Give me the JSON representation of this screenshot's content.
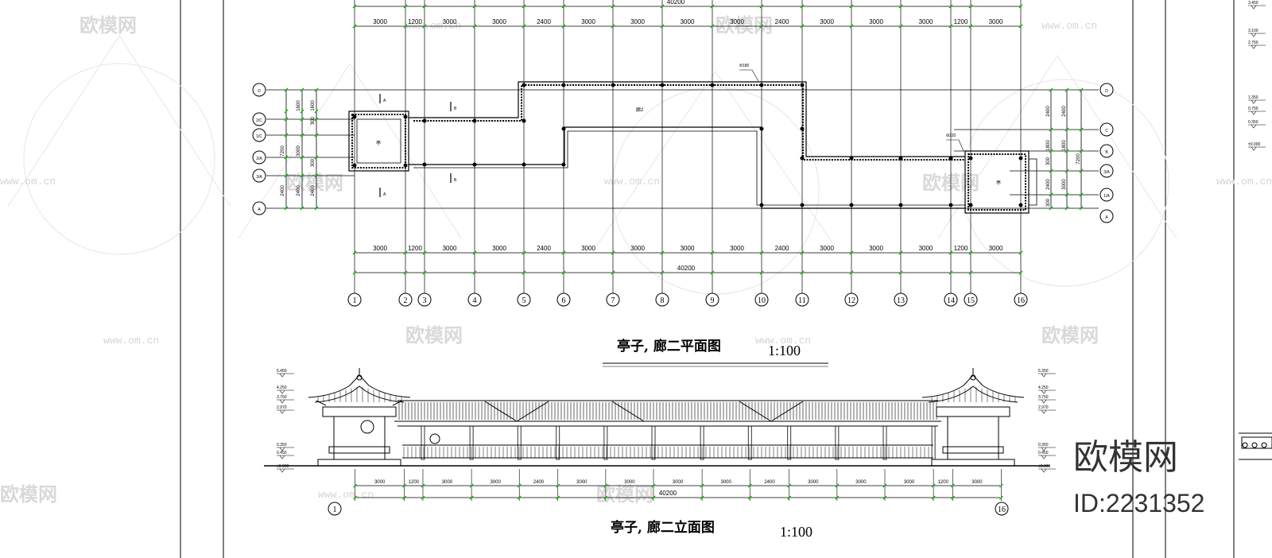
{
  "plan": {
    "title": "亭子, 廊二平面图",
    "scale": "1:100",
    "total_dim": "40200",
    "span_dims": [
      "3000",
      "1200",
      "3000",
      "3000",
      "2400",
      "3000",
      "3000",
      "3000",
      "3000",
      "2400",
      "3000",
      "3000",
      "3000",
      "1200",
      "3000"
    ],
    "axes_x": [
      "1",
      "2",
      "3",
      "4",
      "5",
      "6",
      "7",
      "8",
      "9",
      "10",
      "11",
      "12",
      "13",
      "14",
      "15",
      "16"
    ],
    "axes_y_left": [
      "D",
      "2/C",
      "1/C",
      "2/A",
      "3/A",
      "A"
    ],
    "axes_y_right": [
      "D",
      "C",
      "B",
      "3/A",
      "1/A",
      "A"
    ],
    "left_dims": [
      "1600",
      "1600",
      "300",
      "7200",
      "3000",
      "2400",
      "300",
      "2400",
      "2400"
    ],
    "right_dims": [
      "2400",
      "2400",
      "1800",
      "1800",
      "300",
      "7200",
      "2400",
      "3000",
      "300"
    ],
    "pavilion_label_left": "亭",
    "pavilion_label_right": "亭",
    "corridor_label": "廊2",
    "section_marks": [
      "A",
      "A",
      "B",
      "B"
    ],
    "notes": [
      "Φ180",
      "Φ220"
    ]
  },
  "elevation": {
    "title": "亭子, 廊二立面图",
    "scale": "1:100",
    "total_dim": "40200",
    "span_dims": [
      "3000",
      "1200",
      "3000",
      "3000",
      "2400",
      "3000",
      "3000",
      "3000",
      "3000",
      "2400",
      "3000",
      "3000",
      "3000",
      "1200",
      "3000"
    ],
    "axis_start": "1",
    "axis_end": "16",
    "left_levels": [
      "5.450",
      "4.250",
      "3.750",
      "2.970",
      "0.350",
      "0.450",
      "±0.000"
    ],
    "right_levels": [
      "5.350",
      "4.250",
      "3.750",
      "2.970",
      "0.350",
      "0.450",
      "±0.000"
    ]
  },
  "side_levels": [
    "3.450",
    "3.100",
    "2.750",
    "1.350",
    "0.750",
    "0.350",
    "±0.000"
  ],
  "watermark": {
    "text": "欧模网",
    "url": "www.om.cn"
  },
  "brand": {
    "name": "欧模网",
    "id": "ID:2231352"
  },
  "colors": {
    "line": "#000000",
    "dim_tick": "#00c000",
    "watermark": "#d9d9d9"
  }
}
